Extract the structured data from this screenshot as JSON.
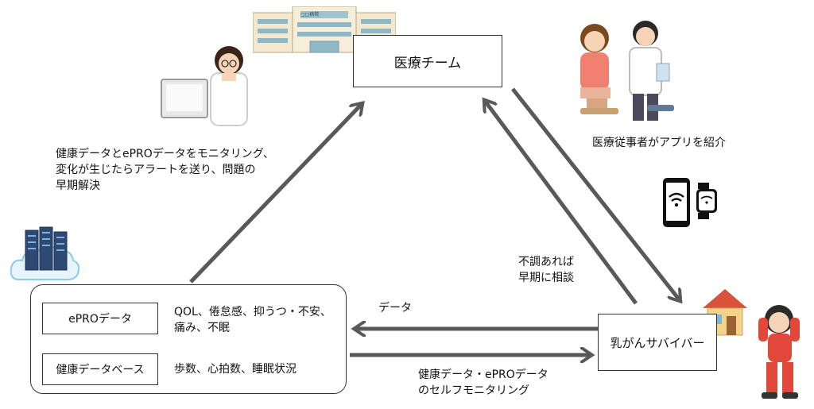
{
  "nodes": {
    "medical_team": "医療チーム",
    "survivor": "乳がんサバイバー"
  },
  "data_panel": {
    "rows": [
      {
        "label": "ePROデータ",
        "detail_lines": [
          "QOL、倦怠感、抑うつ・不安、",
          "痛み、不眠"
        ]
      },
      {
        "label": "健康データベース",
        "detail_lines": [
          "歩数、心拍数、睡眠状況"
        ]
      }
    ]
  },
  "annotations": {
    "monitoring": [
      "健康データとePROデータをモニタリング、",
      "変化が生じたらアラートを送り、問題の",
      "早期解決"
    ],
    "introduce_app": "医療従事者がアプリを紹介",
    "consult": [
      "不調あれば",
      "早期に相談"
    ],
    "data_label": "データ",
    "self_monitoring": [
      "健康データ・ePROデータ",
      "のセルフモニタリング"
    ]
  },
  "building_sign": "□□病院",
  "colors": {
    "arrow": "#595959",
    "box_border": "#333333"
  }
}
